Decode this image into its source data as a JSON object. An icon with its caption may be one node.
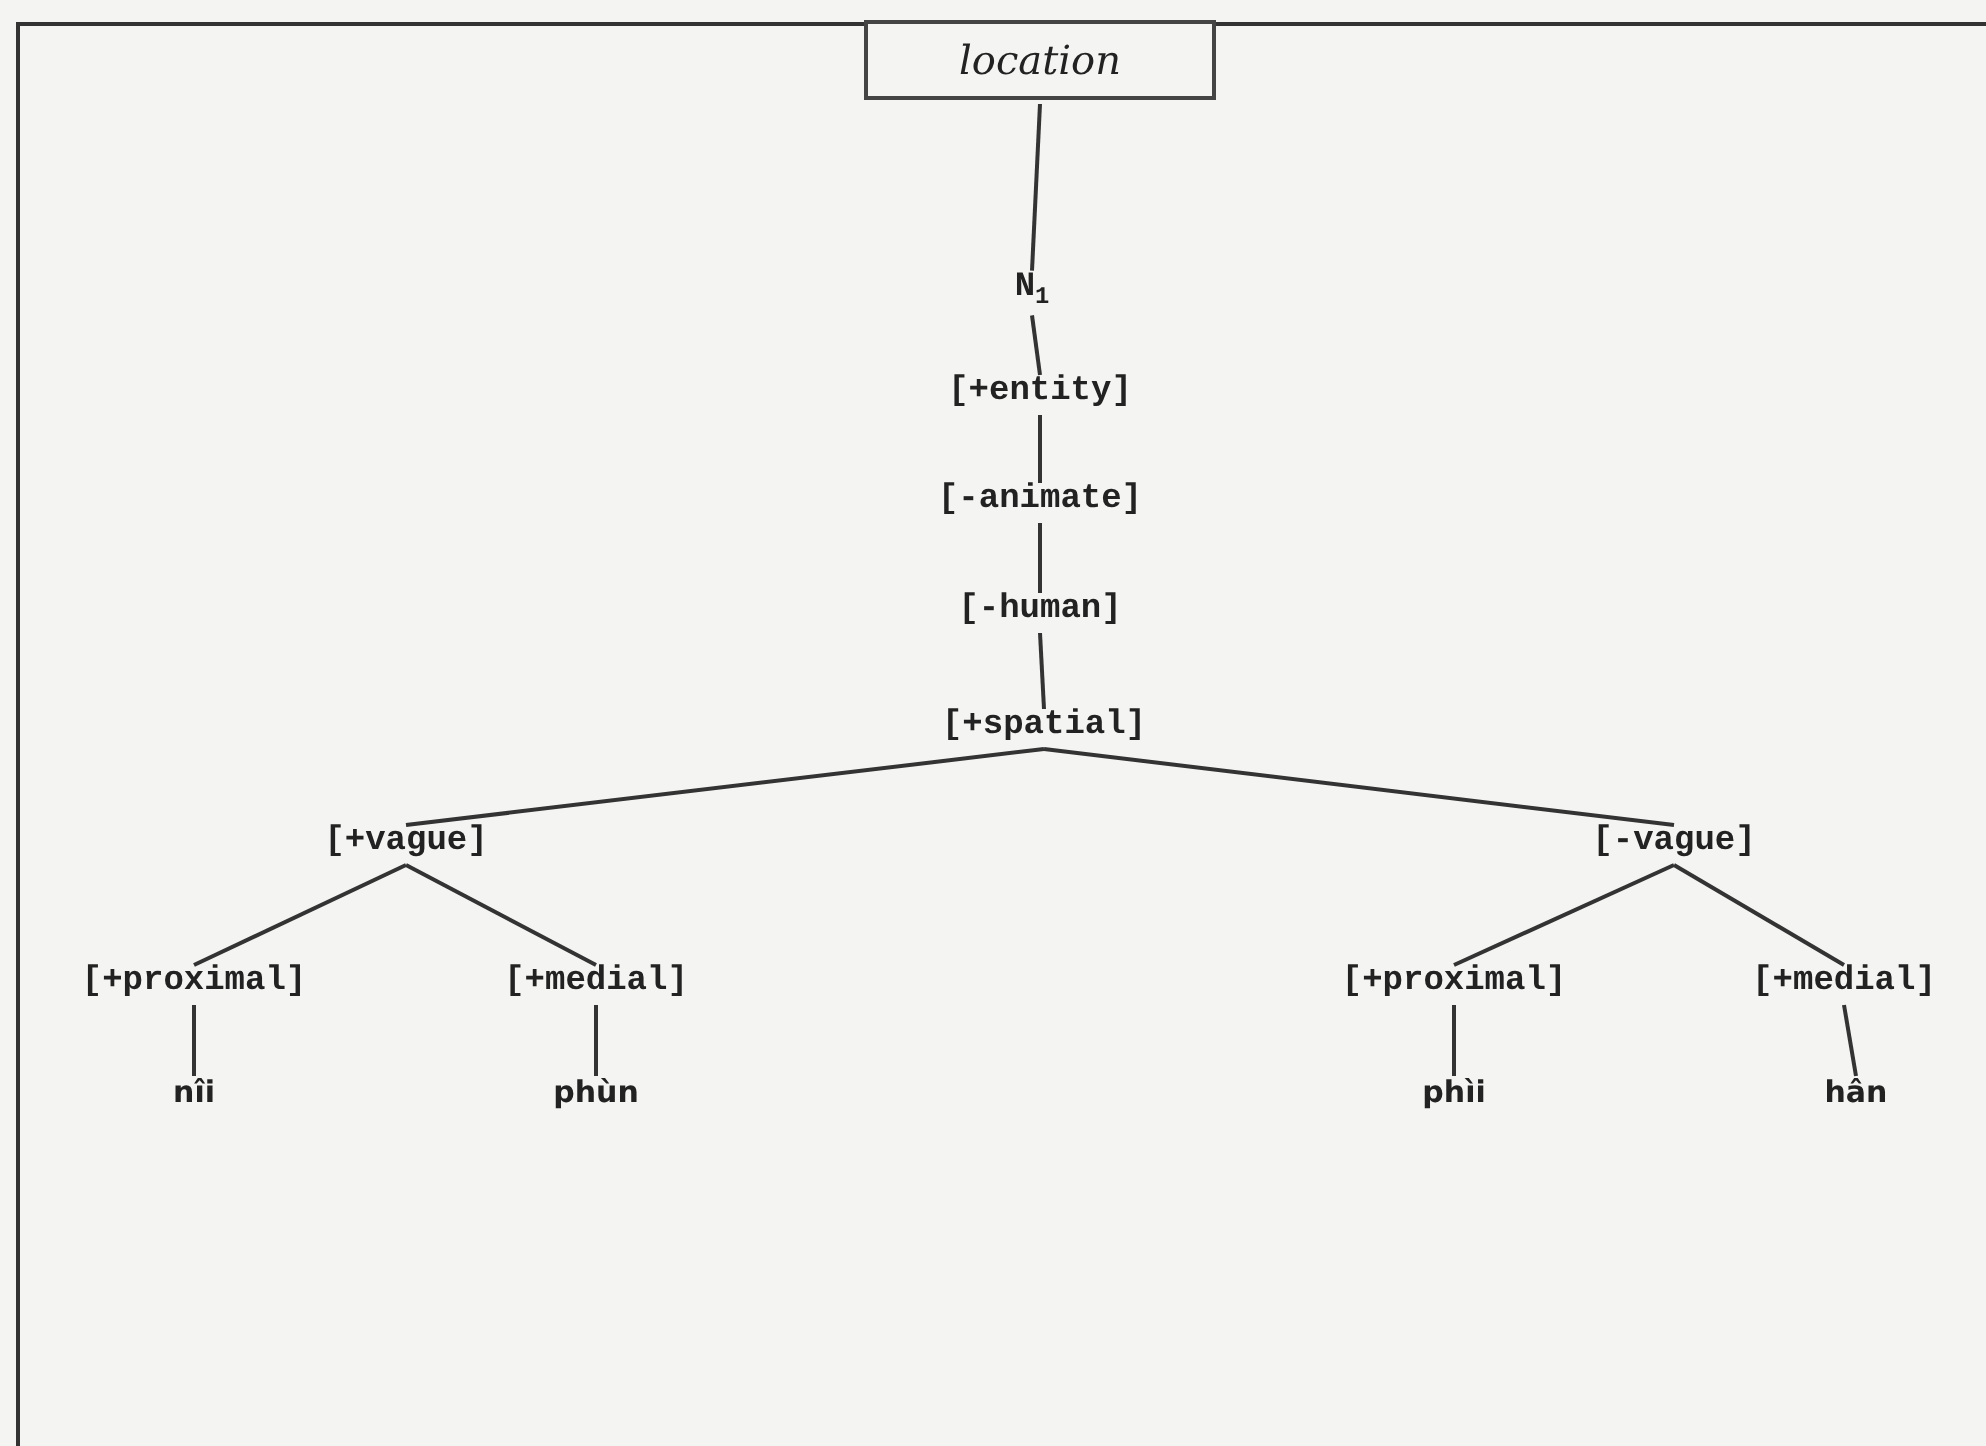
{
  "diagram": {
    "nodes": [
      {
        "text": [
          "location"
        ]
      },
      {
        "text": [
          "N$_{1}$"
        ]
      },
      {
        "text": [
          "[+entity]"
        ]
      },
      {
        "text": [
          "[-animate]"
        ]
      },
      {
        "text": [
          "[-human]"
        ]
      },
      {
        "text": [
          "[+spatial]"
        ]
      },
      {
        "text": [
          "[+vague]"
        ]
      },
      {
        "text": [
          "[-vague]"
        ]
      },
      {
        "text": [
          "[+proximal]"
        ]
      },
      {
        "text": [
          "[+medial]"
        ]
      },
      {
        "text": [
          "[+proximal]"
        ]
      },
      {
        "text": [
          "[+medial]"
        ]
      },
      {
        "text": [
          "nîi"
        ]
      },
      {
        "text": [
          "phùn"
        ]
      },
      {
        "text": [
          "phìi"
        ]
      },
      {
        "text": [
          "hân"
        ]
      }
    ],
    "edges": [
      {
        "from": 0,
        "to": 1,
        "arrow": "none"
      },
      {
        "from": 1,
        "to": 2,
        "arrow": "none"
      },
      {
        "from": 2,
        "to": 3,
        "arrow": "none"
      },
      {
        "from": 3,
        "to": 4,
        "arrow": "none"
      },
      {
        "from": 4,
        "to": 5,
        "arrow": "none"
      },
      {
        "from": 5,
        "to": 6,
        "arrow": "none"
      },
      {
        "from": 5,
        "to": 7,
        "arrow": "none"
      },
      {
        "from": 6,
        "to": 8,
        "arrow": "none"
      },
      {
        "from": 6,
        "to": 9,
        "arrow": "none"
      },
      {
        "from": 7,
        "to": 10,
        "arrow": "none"
      },
      {
        "from": 7,
        "to": 11,
        "arrow": "none"
      },
      {
        "from": 8,
        "to": 12,
        "arrow": "none"
      },
      {
        "from": 9,
        "to": 13,
        "arrow": "none"
      },
      {
        "from": 10,
        "to": 14,
        "arrow": "none"
      },
      {
        "from": 11,
        "to": 15,
        "arrow": "none"
      }
    ]
  }
}
